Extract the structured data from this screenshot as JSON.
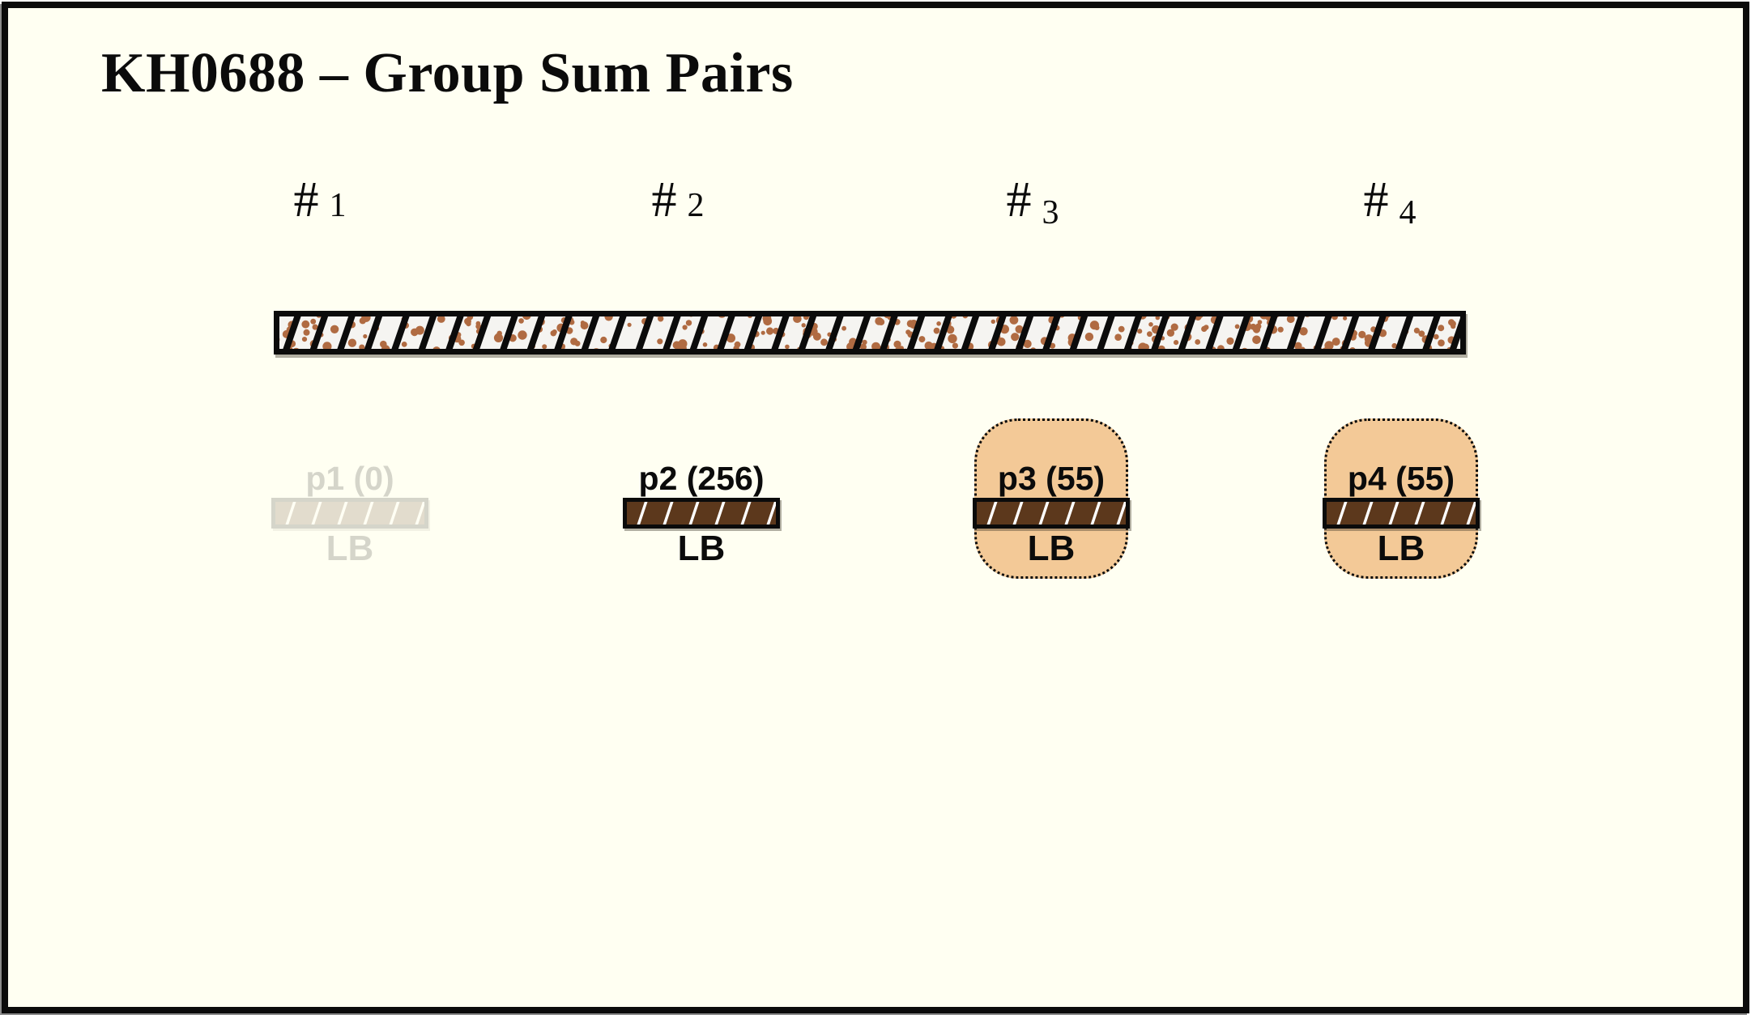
{
  "title": "KH0688 – Group Sum Pairs",
  "columns": [
    {
      "symbol": "#",
      "number": "1"
    },
    {
      "symbol": "#",
      "number": "2"
    },
    {
      "symbol": "#",
      "number": "3"
    },
    {
      "symbol": "#",
      "number": "4"
    }
  ],
  "strip": {
    "pattern": "diagonal-hatch-with-speckles"
  },
  "pairs": [
    {
      "name": "p1",
      "label": "p1 (0)",
      "sub_label": "LB",
      "state": "dimmed"
    },
    {
      "name": "p2",
      "label": "p2 (256)",
      "sub_label": "LB",
      "state": "normal"
    },
    {
      "name": "p3",
      "label": "p3 (55)",
      "sub_label": "LB",
      "state": "boxed"
    },
    {
      "name": "p4",
      "label": "p4 (55)",
      "sub_label": "LB",
      "state": "boxed"
    }
  ],
  "colors": {
    "background": "#FFFFF2",
    "ink": "#0B0B0B",
    "bar-brown": "#5C381C",
    "strip-bg": "#F5F4F1",
    "speckle": "#B06B42",
    "hatch-white": "#FFFFFF",
    "box-peach": "#F3C997"
  }
}
